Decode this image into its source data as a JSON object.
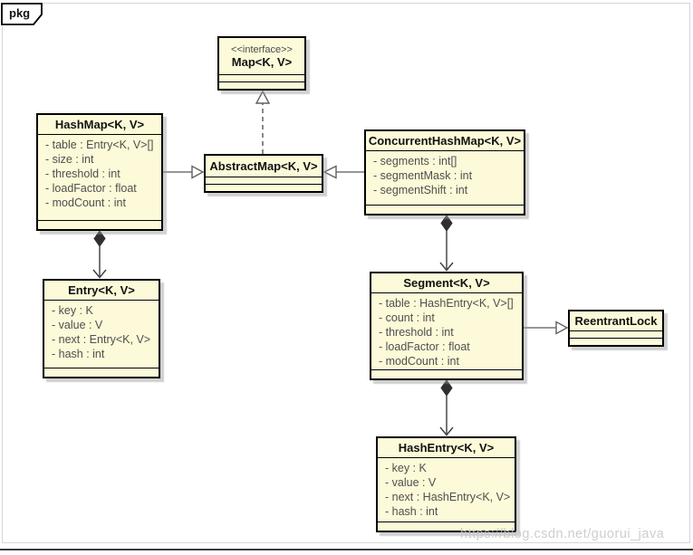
{
  "frame": {
    "tag": "pkg"
  },
  "watermark": {
    "text": "https://blog.csdn.net/guorui_java"
  },
  "colors": {
    "box_fill": "#fcfad8",
    "box_border": "#000000",
    "shadow": "#a8a8a8",
    "generalization_line": "#757575",
    "composition_line": "#3c3c3c",
    "frame_border": "#d6d6d6",
    "bottom_rule": "#3d3d3d"
  },
  "classes": [
    {
      "id": "map",
      "stereotype": "<<interface>>",
      "name": "Map<K, V>",
      "attributes": []
    },
    {
      "id": "hashmap",
      "name": "HashMap<K, V>",
      "attributes": [
        "- table : Entry<K, V>[]",
        "- size : int",
        "- threshold : int",
        "- loadFactor : float",
        "- modCount : int"
      ]
    },
    {
      "id": "abstractmap",
      "name": "AbstractMap<K, V>",
      "attributes": []
    },
    {
      "id": "concurrenthashmap",
      "name": "ConcurrentHashMap<K, V>",
      "attributes": [
        "- segments : int[]",
        "- segmentMask : int",
        "- segmentShift : int"
      ]
    },
    {
      "id": "entry",
      "name": "Entry<K, V>",
      "attributes": [
        "- key : K",
        "- value : V",
        "- next : Entry<K, V>",
        "- hash : int"
      ]
    },
    {
      "id": "segment",
      "name": "Segment<K, V>",
      "attributes": [
        "- table : HashEntry<K, V>[]",
        "- count : int",
        "- threshold : int",
        "- loadFactor : float",
        "- modCount : int"
      ]
    },
    {
      "id": "reentrantlock",
      "name": "ReentrantLock",
      "attributes": []
    },
    {
      "id": "hashentry",
      "name": "HashEntry<K, V>",
      "attributes": [
        "- key : K",
        "- value : V",
        "- next : HashEntry<K, V>",
        "- hash : int"
      ]
    }
  ],
  "relationships": [
    {
      "from": "HashMap",
      "to": "AbstractMap",
      "type": "generalization"
    },
    {
      "from": "ConcurrentHashMap",
      "to": "AbstractMap",
      "type": "generalization"
    },
    {
      "from": "AbstractMap",
      "to": "Map",
      "type": "realization"
    },
    {
      "from": "HashMap",
      "to": "Entry",
      "type": "composition"
    },
    {
      "from": "ConcurrentHashMap",
      "to": "Segment",
      "type": "composition"
    },
    {
      "from": "Segment",
      "to": "HashEntry",
      "type": "composition"
    },
    {
      "from": "Segment",
      "to": "ReentrantLock",
      "type": "generalization"
    }
  ]
}
